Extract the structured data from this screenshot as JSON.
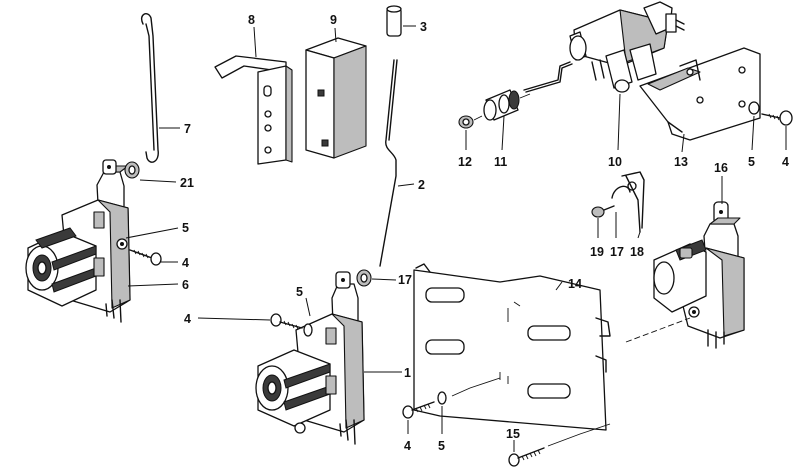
{
  "labels": [
    {
      "id": "label-1",
      "text": "1"
    },
    {
      "id": "label-2",
      "text": "2"
    },
    {
      "id": "label-3",
      "text": "3"
    },
    {
      "id": "label-4-top-right",
      "text": "4"
    },
    {
      "id": "label-4-left",
      "text": "4"
    },
    {
      "id": "label-4-center",
      "text": "4"
    },
    {
      "id": "label-4-bottom",
      "text": "4"
    },
    {
      "id": "label-5-top-right",
      "text": "5"
    },
    {
      "id": "label-5-left",
      "text": "5"
    },
    {
      "id": "label-5-center",
      "text": "5"
    },
    {
      "id": "label-5-bottom",
      "text": "5"
    },
    {
      "id": "label-6",
      "text": "6"
    },
    {
      "id": "label-7",
      "text": "7"
    },
    {
      "id": "label-8",
      "text": "8"
    },
    {
      "id": "label-9",
      "text": "9"
    },
    {
      "id": "label-10",
      "text": "10"
    },
    {
      "id": "label-11",
      "text": "11"
    },
    {
      "id": "label-12",
      "text": "12"
    },
    {
      "id": "label-13",
      "text": "13"
    },
    {
      "id": "label-14",
      "text": "14"
    },
    {
      "id": "label-15",
      "text": "15"
    },
    {
      "id": "label-16",
      "text": "16"
    },
    {
      "id": "label-17-center",
      "text": "17"
    },
    {
      "id": "label-17-right",
      "text": "17"
    },
    {
      "id": "label-18",
      "text": "18"
    },
    {
      "id": "label-19",
      "text": "19"
    },
    {
      "id": "label-21",
      "text": "21"
    }
  ]
}
